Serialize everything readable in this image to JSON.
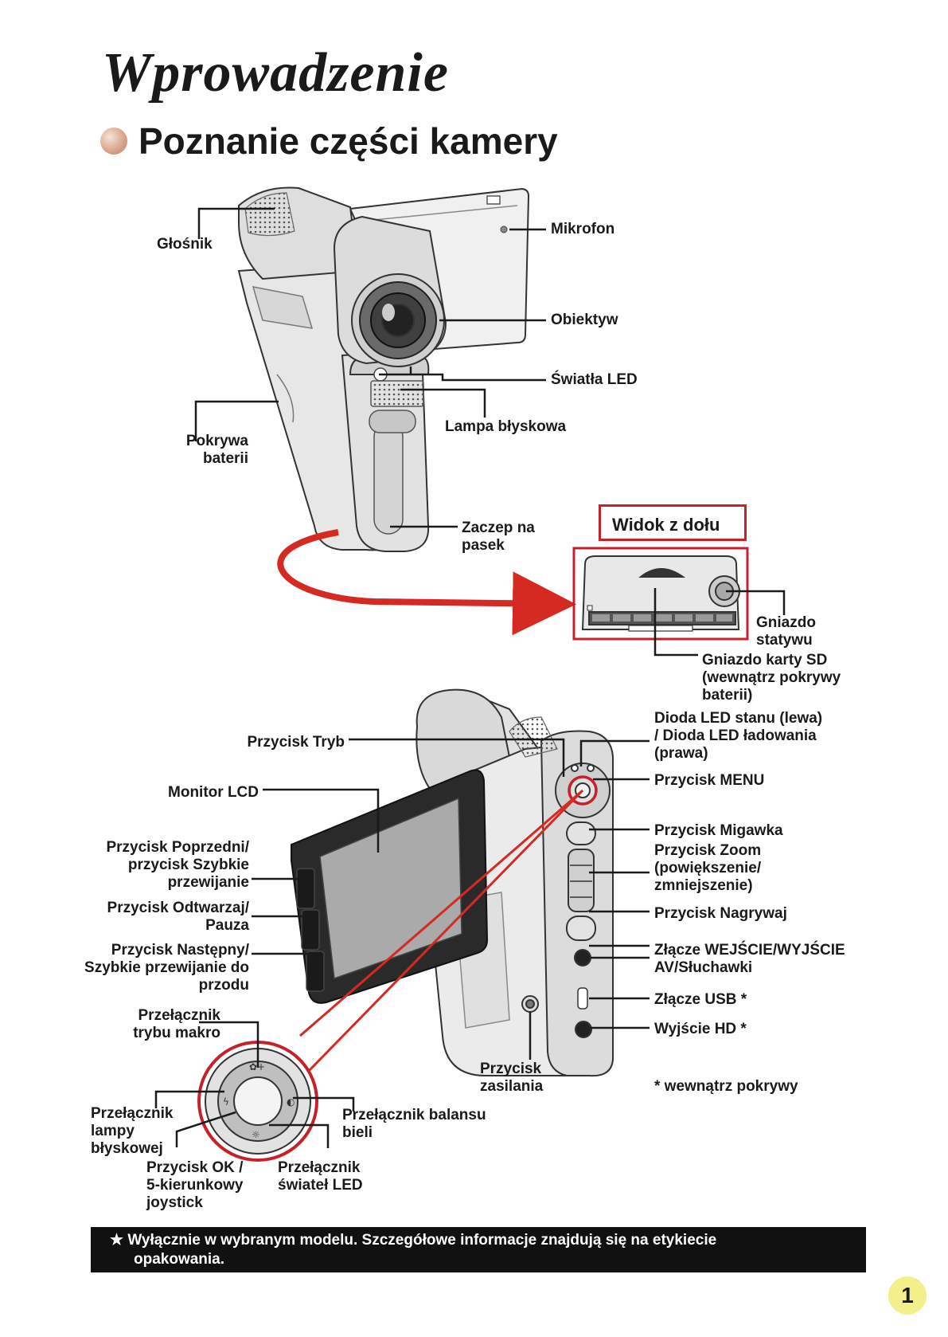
{
  "page": {
    "title": "Wprowadzenie",
    "subtitle": "Poznanie części kamery"
  },
  "front_view": {
    "speaker": "Głośnik",
    "microphone": "Mikrofon",
    "lens": "Obiektyw",
    "led_lights": "Światła LED",
    "flash": "Lampa błyskowa",
    "battery_cover_l1": "Pokrywa",
    "battery_cover_l2": "baterii",
    "strap_hook_l1": "Zaczep na",
    "strap_hook_l2": "pasek"
  },
  "bottom_view": {
    "box_title": "Widok z dołu",
    "tripod_l1": "Gniazdo",
    "tripod_l2": "statywu",
    "sd_l1": "Gniazdo karty SD",
    "sd_l2": "(wewnątrz pokrywy",
    "sd_l3": "baterii)"
  },
  "back_view": {
    "mode_button": "Przycisk Tryb",
    "lcd_monitor": "Monitor LCD",
    "prev_l1": "Przycisk Poprzedni/",
    "prev_l2": "przycisk Szybkie",
    "prev_l3": "przewijanie",
    "play_l1": "Przycisk Odtwarzaj/",
    "play_l2": "Pauza",
    "next_l1": "Przycisk Następny/",
    "next_l2": "Szybkie przewijanie do",
    "next_l3": "przodu",
    "led_status_l1": "Dioda LED stanu (lewa)",
    "led_status_l2": "/ Dioda LED ładowania",
    "led_status_l3": "(prawa)",
    "menu_button": "Przycisk MENU",
    "shutter_button": "Przycisk Migawka",
    "zoom_l1": "Przycisk Zoom",
    "zoom_l2": "(powiększenie/",
    "zoom_l3": "zmniejszenie)",
    "record_button": "Przycisk Nagrywaj",
    "av_l1": "Złącze WEJŚCIE/WYJŚCIE",
    "av_l2": "AV/Słuchawki",
    "usb": "Złącze USB *",
    "hd_out": "Wyjście HD *",
    "power_l1": "Przycisk",
    "power_l2": "zasilania",
    "inside_cover_note": "* wewnątrz pokrywy"
  },
  "joystick": {
    "macro_l1": "Przełącznik",
    "macro_l2": "trybu makro",
    "flash_l1": "Przełącznik",
    "flash_l2": "lampy",
    "flash_l3": "błyskowej",
    "wb_l1": "Przełącznik balansu",
    "wb_l2": "bieli",
    "ok_l1": "Przycisk OK /",
    "ok_l2": "5-kierunkowy",
    "ok_l3": "joystick",
    "led_l1": "Przełącznik",
    "led_l2": "świateł LED"
  },
  "footer": {
    "star": "★",
    "line1": "Wyłącznie w wybranym modelu. Szczegółowe informacje znajdują się na etykiecie",
    "line2": "opakowania."
  },
  "page_number": "1",
  "colors": {
    "accent_red": "#c8202a",
    "ink": "#1a1a1a",
    "footer_bg": "#111111"
  }
}
